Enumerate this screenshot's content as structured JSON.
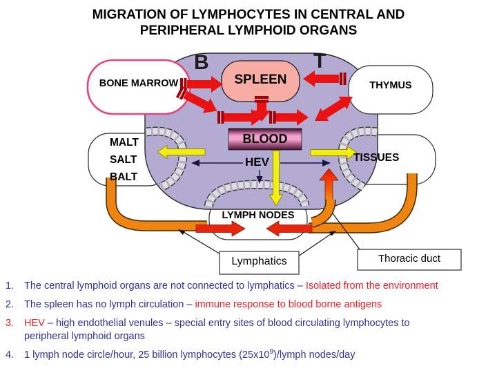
{
  "title": {
    "line1": "MIGRATION OF LYMPHOCYTES IN CENTRAL AND",
    "line2": "PERIPHERAL LYMPHOID ORGANS"
  },
  "labels": {
    "b": "B",
    "t": "T",
    "bone_marrow": "BONE MARROW",
    "spleen": "SPLEEN",
    "thymus": "THYMUS",
    "malt": "MALT",
    "salt": "SALT",
    "balt": "BALT",
    "blood": "BLOOD",
    "hev": "HEV",
    "tissues": "TISSUES",
    "lymph_nodes": "LYMPH NODES",
    "lymphatics": "Lymphatics",
    "thoracic_duct": "Thoracic duct"
  },
  "notes": {
    "n1": {
      "num": "1.",
      "main": "The central lymphoid organs are not connected to lymphatics – ",
      "accent": "Isolated from the environment"
    },
    "n2": {
      "num": "2.",
      "main": "The spleen has no lymph circulation – ",
      "accent": "immune response to blood borne antigens"
    },
    "n3": {
      "num": "3.",
      "accent": "HEV",
      "main_line1": " – high endothelial venules – special entry sites of blood circulating lymphocytes to",
      "main_line2": "peripheral lymphoid organs"
    },
    "n4": {
      "num": "4.",
      "pre": "1 lymph node circle/hour, 25 billion lymphocytes (25x10",
      "sup": "9",
      "post": ")/lymph nodes/day"
    }
  },
  "colors": {
    "navy_text": "#2f3193",
    "red_text": "#ed1c24",
    "blob_fill": "#b4abd2",
    "spleen_fill": "#f7aca4",
    "bone_marrow_border": "#e8417c",
    "arrow_red": "#e81212",
    "arrow_yellow": "#f3ee12",
    "lymphatic_orange": "#f08410",
    "blood_pink": "#ef9fca"
  }
}
